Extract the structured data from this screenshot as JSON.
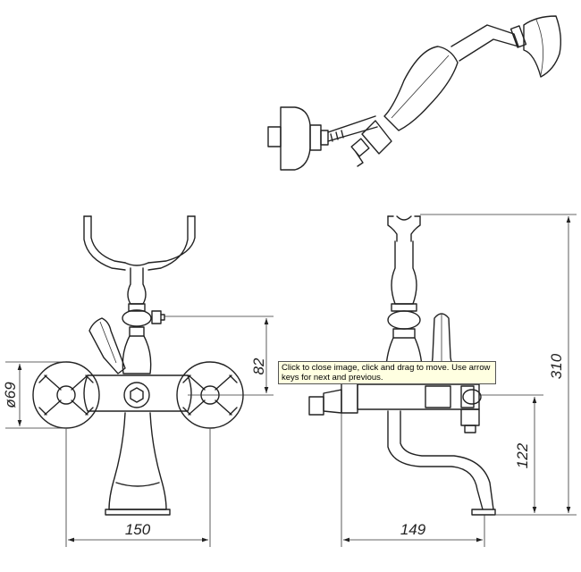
{
  "dimensions": {
    "front_diameter": "ø69",
    "front_height": "82",
    "front_width": "150",
    "side_width": "149",
    "side_height_total": "310",
    "side_height_spout": "122"
  },
  "tooltip": {
    "text": "Click to close image, click and drag to move. Use arrow keys for next and previous."
  }
}
